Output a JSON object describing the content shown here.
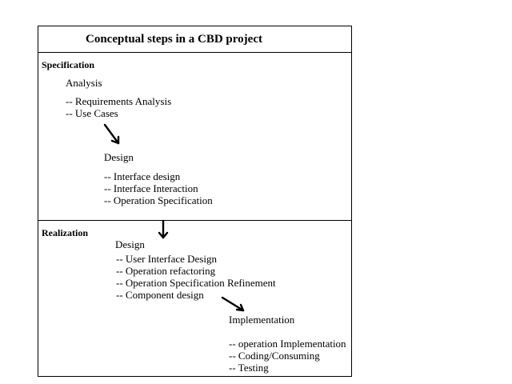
{
  "title": "Conceptual steps in a CBD project",
  "specification": {
    "label": "Specification",
    "analysis": {
      "heading": "Analysis",
      "items": [
        "-- Requirements Analysis",
        "-- Use Cases"
      ]
    },
    "design": {
      "heading": "Design",
      "items": [
        "-- Interface design",
        "-- Interface Interaction",
        "-- Operation Specification"
      ]
    }
  },
  "realization": {
    "label": "Realization",
    "design": {
      "heading": "Design",
      "items": [
        "-- User Interface Design",
        "-- Operation refactoring",
        "-- Operation Specification Refinement",
        "-- Component design"
      ]
    },
    "implementation": {
      "heading": "Implementation",
      "items": [
        "-- operation Implementation",
        "-- Coding/Consuming",
        "-- Testing"
      ]
    }
  },
  "colors": {
    "line": "#000000",
    "background": "#ffffff"
  }
}
